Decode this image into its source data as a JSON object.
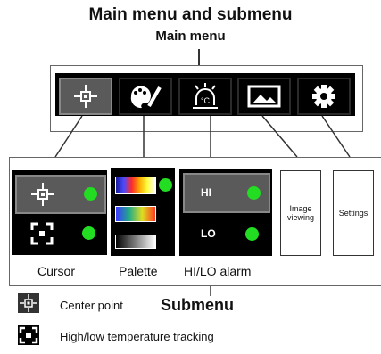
{
  "titles": {
    "main": "Main menu and submenu",
    "sub": "Main menu",
    "submenu": "Submenu"
  },
  "main_menu_icons": [
    "cursor-icon",
    "palette-icon",
    "alarm-icon",
    "image-icon",
    "settings-icon"
  ],
  "submenus": {
    "cursor_label": "Cursor",
    "palette_label": "Palette",
    "alarm_label": "HI/LO alarm",
    "image_viewing": "Image viewing",
    "settings": "Settings",
    "hi": "HI",
    "lo": "LO"
  },
  "legend": [
    {
      "icon": "center-point-icon",
      "text": "Center point"
    },
    {
      "icon": "tracking-icon",
      "text": "High/low temperature tracking"
    }
  ],
  "colors": {
    "accent_green": "#22dd22",
    "panel": "#000000",
    "selected": "#5a5a5a"
  }
}
